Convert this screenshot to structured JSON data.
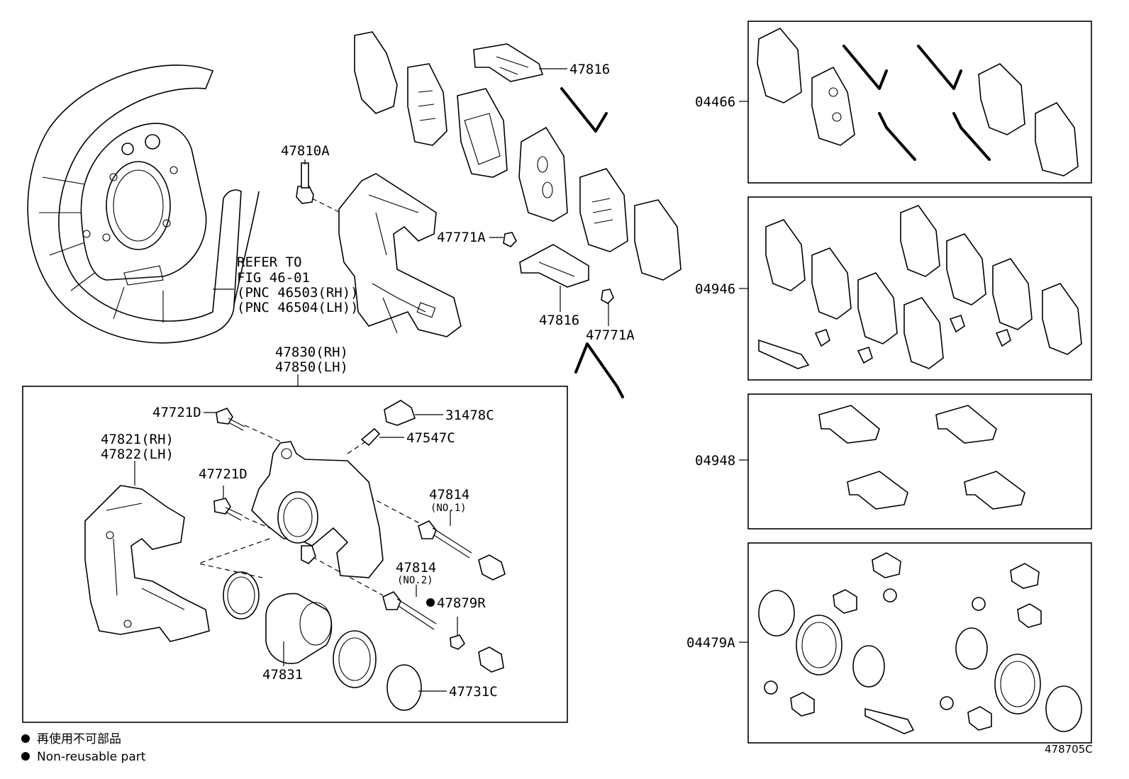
{
  "labels": {
    "p47816_top": "47816",
    "p47810A": "47810A",
    "p47771A_left": "47771A",
    "p47816_bottom": "47816",
    "p47771A_right": "47771A",
    "refer_to": "REFER TO",
    "refer_fig": "FIG 46-01",
    "refer_rh": "(PNC 46503(RH))",
    "refer_lh": "(PNC 46504(LH))",
    "p47830": "47830(RH)",
    "p47850": "47850(LH)",
    "p47721D_1": "47721D",
    "p31478C": "31478C",
    "p47547C": "47547C",
    "p47821": "47821(RH)",
    "p47822": "47822(LH)",
    "p47721D_2": "47721D",
    "p47814_1": "47814",
    "p47814_1_note": "(NO.1)",
    "p47814_2": "47814",
    "p47814_2_note": "(NO.2)",
    "p47879R": "47879R",
    "p47831": "47831",
    "p47731C": "47731C",
    "kit_04466": "04466",
    "kit_04946": "04946",
    "kit_04948": "04948",
    "kit_04479A": "04479A"
  },
  "legend": {
    "jp": "再使用不可部品",
    "en": "Non-reusable part"
  },
  "figure_id": "478705C"
}
